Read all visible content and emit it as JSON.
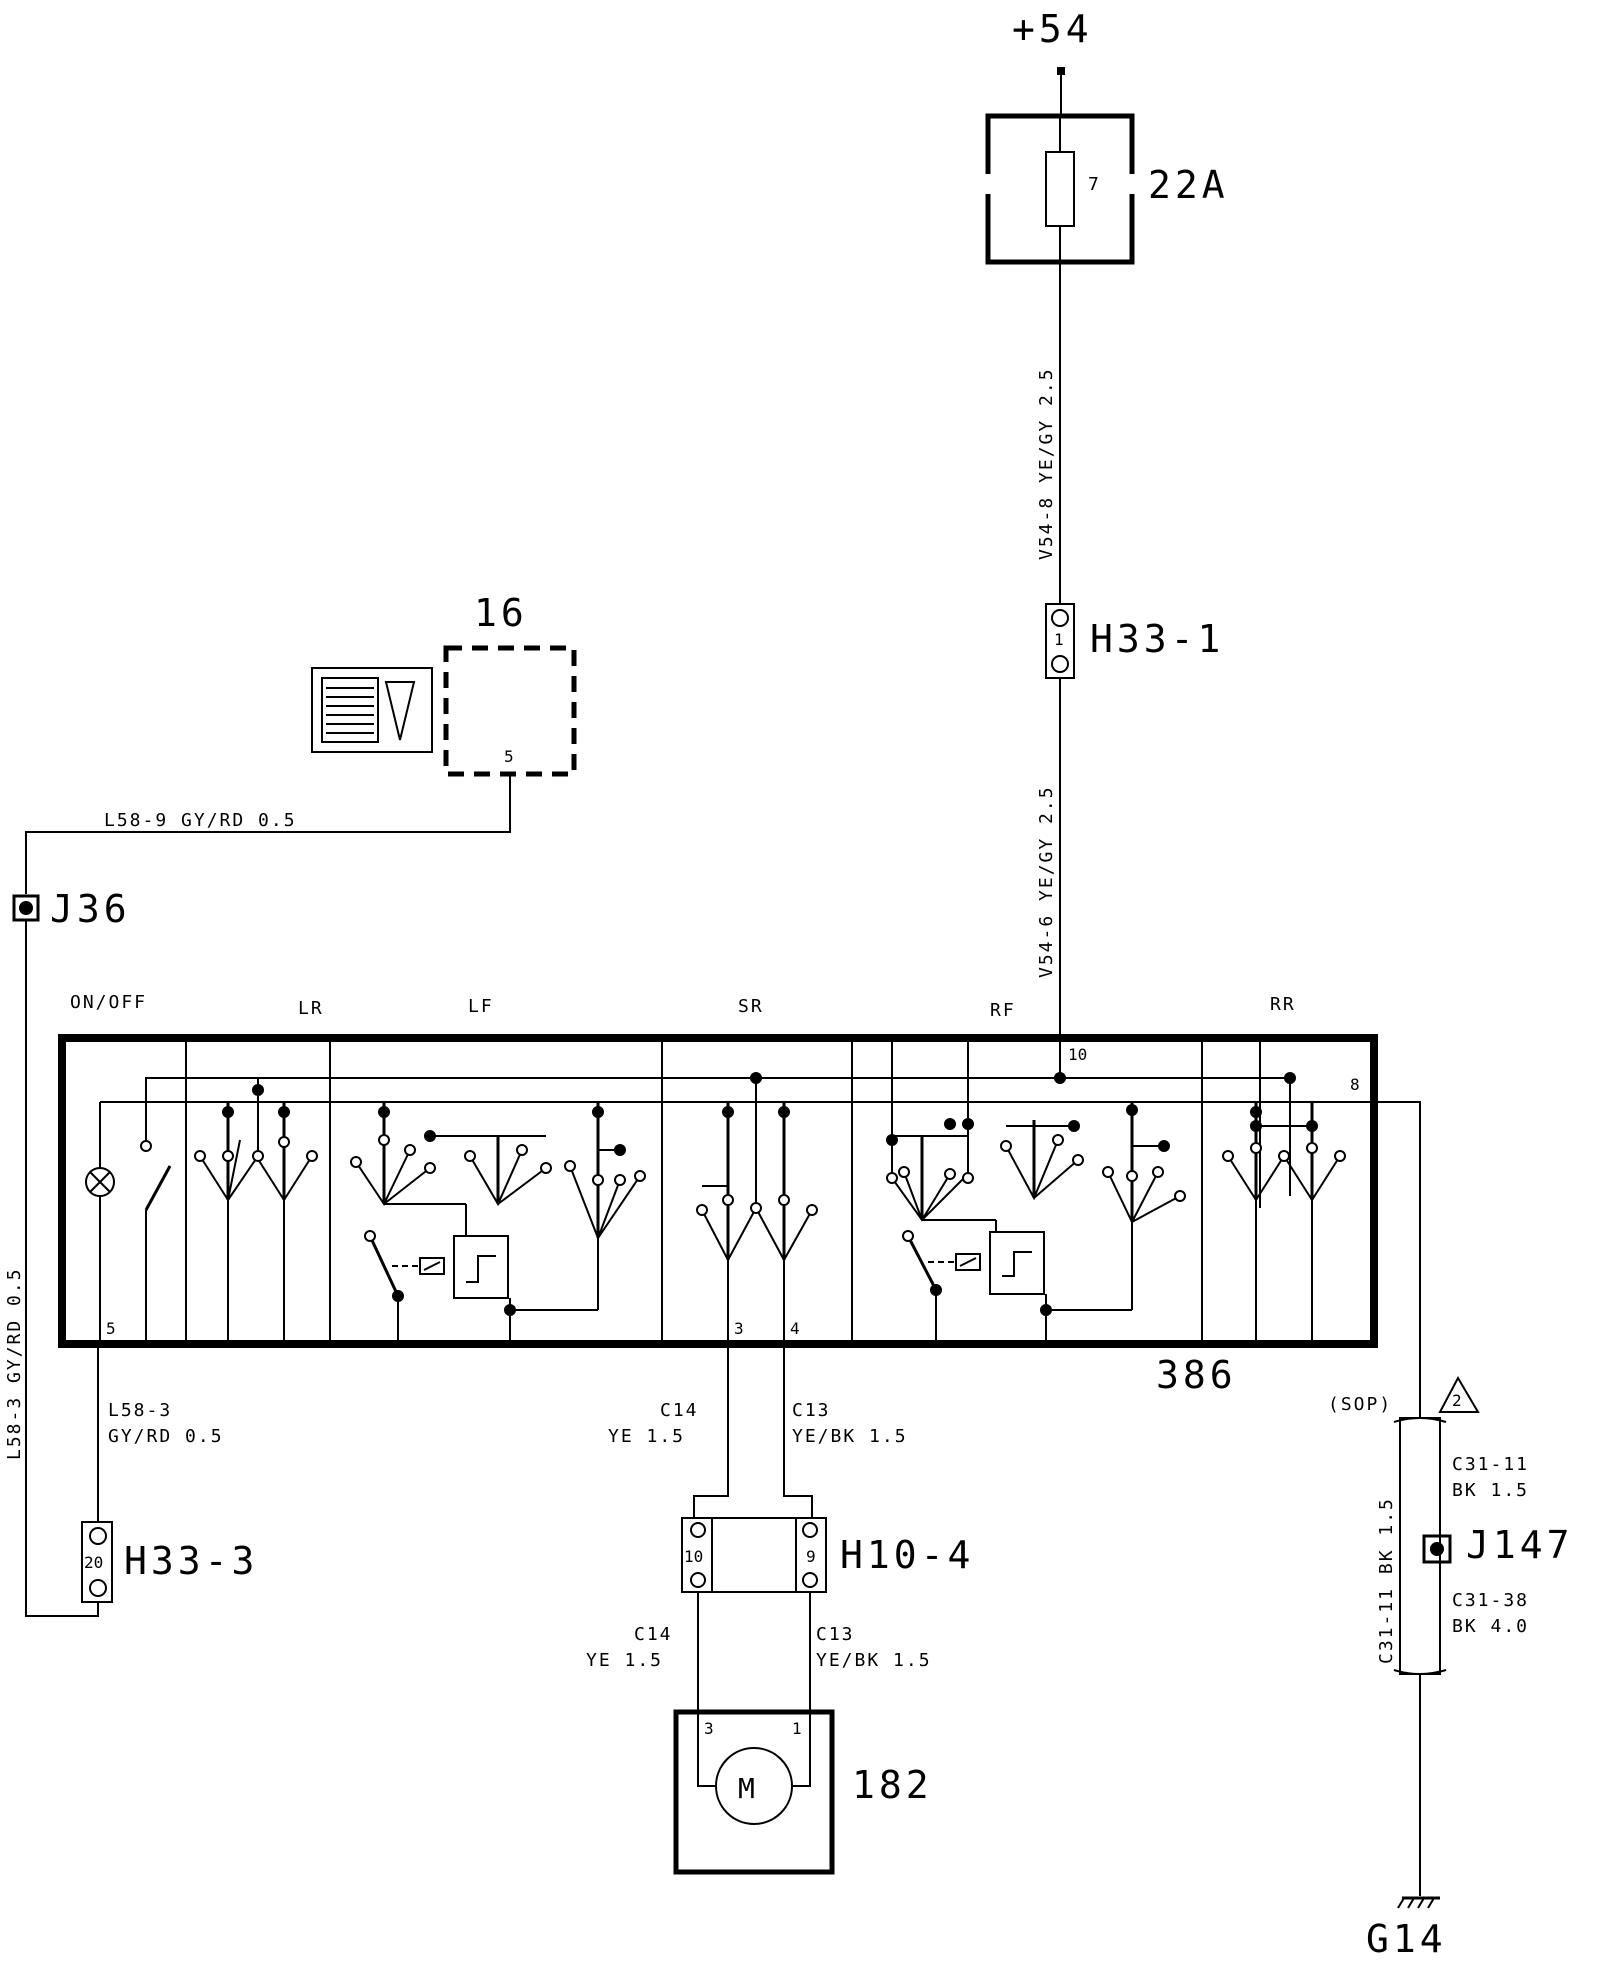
{
  "supply": {
    "label": "+54"
  },
  "fuse": {
    "id": "22A",
    "number": "7"
  },
  "wires": {
    "v54_8": "V54-8 YE/GY 2.5",
    "v54_6": "V54-6 YE/GY 2.5",
    "l58_9": "L58-9 GY/RD 0.5",
    "l58_3_vertical": "L58-3 GY/RD 0.5",
    "l58_3_code": "L58-3",
    "l58_3_spec": "GY/RD 0.5",
    "c14_code": "C14",
    "c14_spec": "YE 1.5",
    "c13_code": "C13",
    "c13_spec": "YE/BK 1.5",
    "c31_11_vertical": "C31-11 BK 1.5",
    "c31_11_code": "C31-11",
    "c31_11_spec": "BK 1.5",
    "c31_38_code": "C31-38",
    "c31_38_spec": "BK 4.0"
  },
  "connectors": {
    "h33_1": {
      "label": "H33-1",
      "pin": "1"
    },
    "h33_3": {
      "label": "H33-3",
      "pin": "20"
    },
    "h10_4": {
      "label": "H10-4",
      "pin_left": "10",
      "pin_right": "9"
    }
  },
  "splices": {
    "j36": "J36",
    "j147": "J147"
  },
  "instrument": {
    "id": "16",
    "pin": "5"
  },
  "switch_panel": {
    "id": "386",
    "sections": [
      "ON/OFF",
      "LR",
      "LF",
      "SR",
      "RF",
      "RR"
    ],
    "pins": {
      "p10": "10",
      "p8": "8",
      "p5": "5",
      "p3": "3",
      "p4": "4"
    }
  },
  "motor": {
    "id": "182",
    "symbol": "M",
    "pin_left": "3",
    "pin_right": "1"
  },
  "sop": {
    "label": "(SOP)",
    "note": "2"
  },
  "ground": {
    "label": "G14"
  }
}
